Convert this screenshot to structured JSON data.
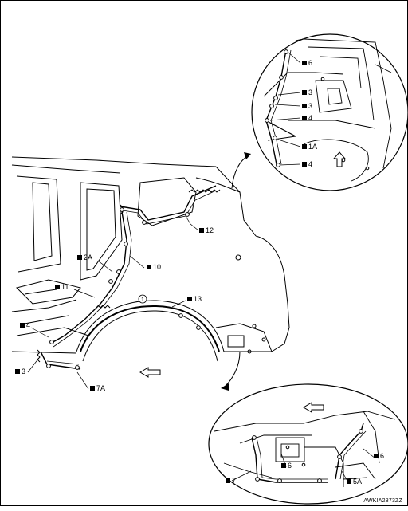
{
  "diagram": {
    "reference_code": "AWKIA2873ZZ",
    "callouts": {
      "c12": "12",
      "c2a": "2A",
      "c10": "10",
      "c11": "11",
      "c13": "13",
      "c4": "4",
      "c3": "3",
      "c7a": "7A",
      "c1": "1",
      "d6": "6",
      "d3a": "3",
      "d3b": "3",
      "d4a": "4",
      "d1a": "1A",
      "d4b": "4",
      "e7": "7",
      "e6a": "6",
      "e6b": "6",
      "e5a": "5A"
    }
  }
}
